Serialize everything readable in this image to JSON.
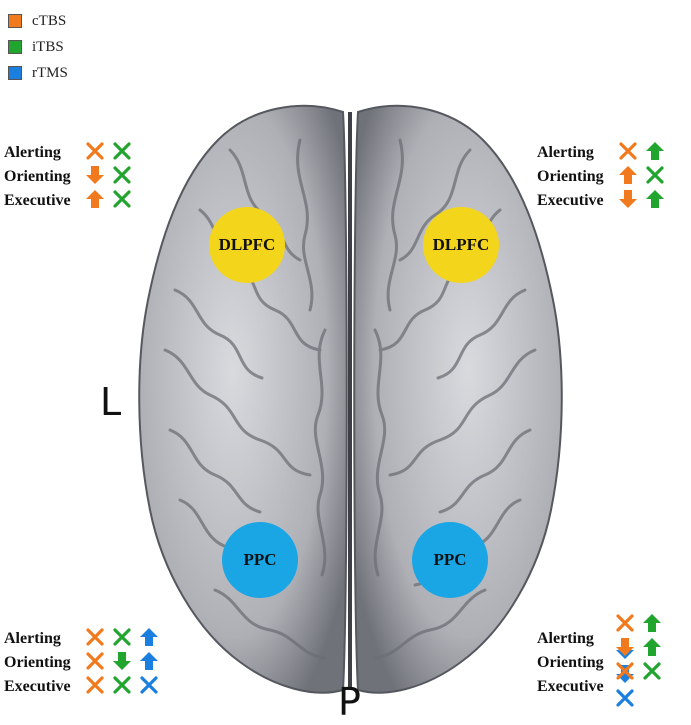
{
  "legend": [
    {
      "label": "cTBS",
      "color": "#f07a1d"
    },
    {
      "label": "iTBS",
      "color": "#22a52e"
    },
    {
      "label": "rTMS",
      "color": "#1b7fe0"
    }
  ],
  "colors": {
    "cTBS": "#f07a1d",
    "iTBS": "#22a52e",
    "rTMS": "#1b7fe0",
    "DLPFC": "#f3d51c",
    "PPC": "#1aa6e5"
  },
  "regions": {
    "dlpfc": "DLPFC",
    "ppc": "PPC"
  },
  "orientation": {
    "left": "L",
    "posterior": "P"
  },
  "panels": {
    "top_left": {
      "rows": [
        {
          "label": "Alerting",
          "effects": [
            {
              "type": "cross",
              "color": "cTBS"
            },
            {
              "type": "cross",
              "color": "iTBS"
            }
          ]
        },
        {
          "label": "Orienting",
          "effects": [
            {
              "type": "down",
              "color": "cTBS"
            },
            {
              "type": "cross",
              "color": "iTBS"
            }
          ]
        },
        {
          "label": "Executive",
          "effects": [
            {
              "type": "up",
              "color": "cTBS"
            },
            {
              "type": "cross",
              "color": "iTBS"
            }
          ]
        }
      ]
    },
    "top_right": {
      "rows": [
        {
          "label": "Alerting",
          "effects": [
            {
              "type": "cross",
              "color": "cTBS"
            },
            {
              "type": "up",
              "color": "iTBS"
            }
          ]
        },
        {
          "label": "Orienting",
          "effects": [
            {
              "type": "up",
              "color": "cTBS"
            },
            {
              "type": "cross",
              "color": "iTBS"
            }
          ]
        },
        {
          "label": "Executive",
          "effects": [
            {
              "type": "down",
              "color": "cTBS"
            },
            {
              "type": "up",
              "color": "iTBS"
            }
          ]
        }
      ]
    },
    "bottom_left": {
      "rows": [
        {
          "label": "Alerting",
          "effects": [
            {
              "type": "cross",
              "color": "cTBS"
            },
            {
              "type": "cross",
              "color": "iTBS"
            },
            {
              "type": "up",
              "color": "rTMS"
            }
          ]
        },
        {
          "label": "Orienting",
          "effects": [
            {
              "type": "cross",
              "color": "cTBS"
            },
            {
              "type": "down",
              "color": "iTBS"
            },
            {
              "type": "up",
              "color": "rTMS"
            }
          ]
        },
        {
          "label": "Executive",
          "effects": [
            {
              "type": "cross",
              "color": "cTBS"
            },
            {
              "type": "cross",
              "color": "iTBS"
            },
            {
              "type": "cross",
              "color": "rTMS"
            }
          ]
        }
      ]
    },
    "bottom_right": {
      "rows": [
        {
          "label": "Alerting",
          "effects": [
            {
              "type": "cross",
              "color": "cTBS"
            },
            {
              "type": "up",
              "color": "iTBS"
            },
            {
              "type": "down",
              "color": "rTMS"
            }
          ]
        },
        {
          "label": "Orienting",
          "effects": [
            {
              "type": "down",
              "color": "cTBS"
            },
            {
              "type": "up",
              "color": "iTBS"
            },
            {
              "type": "down",
              "color": "rTMS"
            }
          ]
        },
        {
          "label": "Executive",
          "effects": [
            {
              "type": "cross",
              "color": "cTBS"
            },
            {
              "type": "cross",
              "color": "iTBS"
            },
            {
              "type": "cross",
              "color": "rTMS"
            }
          ]
        }
      ]
    }
  }
}
